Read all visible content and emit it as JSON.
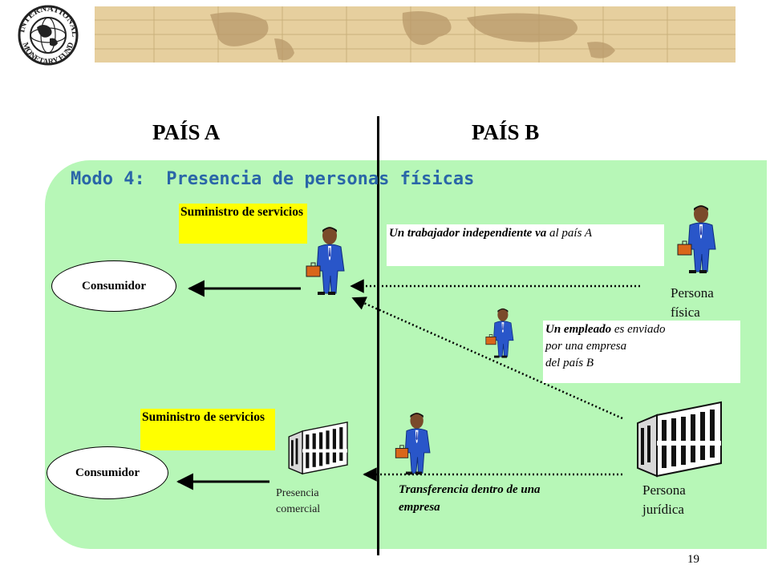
{
  "header": {
    "logo_text": "INTERNATIONAL MONETARY FUND"
  },
  "countries": {
    "a": "PAÍS A",
    "b": "PAÍS B"
  },
  "mode_title": "Modo 4:  Presencia de personas físicas",
  "top_section": {
    "supply_label": "Suministro de servicios",
    "consumer": "Consumidor",
    "freelancer_text_bold": "Un trabajador independiente va",
    "freelancer_text_rest": " al país A",
    "natural_person": "Persona física",
    "employee_text_bold": "Un empleado",
    "employee_text_line1_rest": " es enviado",
    "employee_text_line2": "por una empresa",
    "employee_text_line3": "del país B"
  },
  "bottom_section": {
    "supply_label": "Suministro de servicios",
    "consumer": "Consumidor",
    "commercial_presence": "Presencia comercial",
    "transfer_text": "Transferencia dentro de una empresa",
    "legal_person": "Persona jurídica"
  },
  "page_number": "19",
  "colors": {
    "green_panel": "#b7f7b7",
    "highlight": "#ffff00",
    "title_blue": "#2a66a8",
    "banner": "#e6cf9e"
  }
}
